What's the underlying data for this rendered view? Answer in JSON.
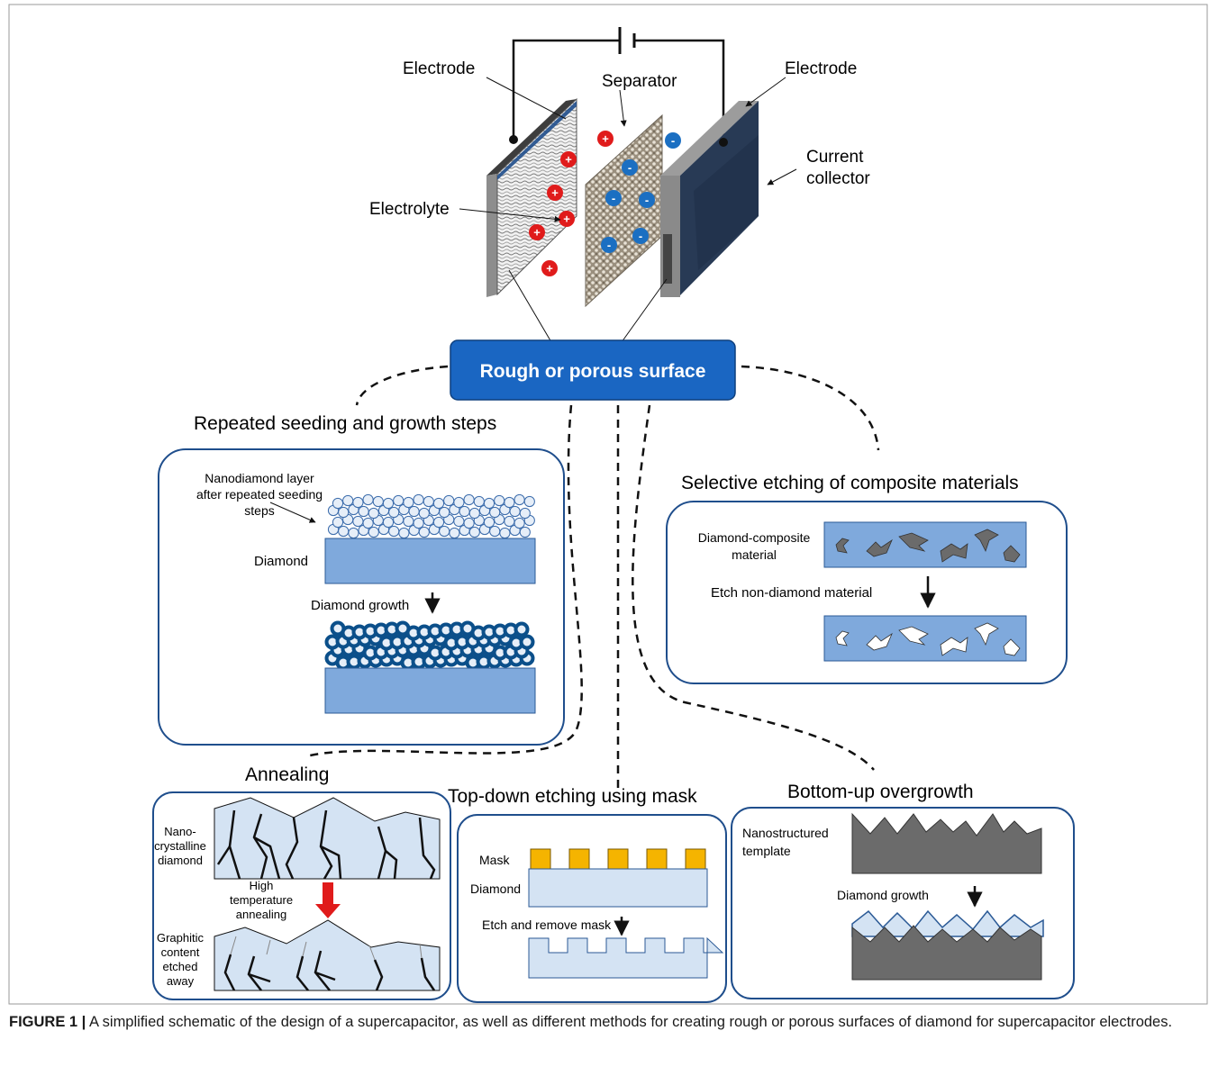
{
  "labels": {
    "electrode_left": "Electrode",
    "electrode_right": "Electrode",
    "separator": "Separator",
    "current_collector_line1": "Current",
    "current_collector_line2": "collector",
    "electrolyte": "Electrolyte",
    "rough_surface": "Rough or porous surface"
  },
  "methods": {
    "seeding": {
      "title": "Repeated seeding and growth steps",
      "nanodiamond_line1": "Nanodiamond layer",
      "nanodiamond_line2": "after repeated seeding",
      "nanodiamond_line3": "steps",
      "diamond": "Diamond",
      "growth": "Diamond growth"
    },
    "etching": {
      "title": "Selective etching of composite materials",
      "composite_line1": "Diamond-composite",
      "composite_line2": "material",
      "step": "Etch non-diamond material"
    },
    "annealing": {
      "title": "Annealing",
      "nano_line1": "Nano-",
      "nano_line2": "crystalline",
      "nano_line3": "diamond",
      "high_line1": "High",
      "high_line2": "temperature",
      "high_line3": "annealing",
      "graphitic_line1": "Graphitic",
      "graphitic_line2": "content",
      "graphitic_line3": "etched",
      "graphitic_line4": "away"
    },
    "topdown": {
      "title": "Top-down etching using mask",
      "mask": "Mask",
      "diamond": "Diamond",
      "step": "Etch and remove mask"
    },
    "bottomup": {
      "title": "Bottom-up overgrowth",
      "template_line1": "Nanostructured",
      "template_line2": "template",
      "growth": "Diamond growth"
    }
  },
  "ions": {
    "positive": "+",
    "negative": "-"
  },
  "caption": {
    "label": "FIGURE 1 |",
    "text": " A simplified schematic of the design of a supercapacitor, as well as different methods for creating rough or porous surfaces of diamond for supercapacitor electrodes."
  },
  "colors": {
    "panel_border": "#1f4e8c",
    "diamond_blue": "#7fa9dc",
    "dark_blue": "#0b4f8a",
    "button_blue": "#1565c0",
    "light_diamond": "#d4e3f3",
    "gray_template": "#6b6b6b",
    "mask_yellow": "#f5b400",
    "red": "#e01b1b",
    "ion_blue": "#1b6fc2"
  }
}
